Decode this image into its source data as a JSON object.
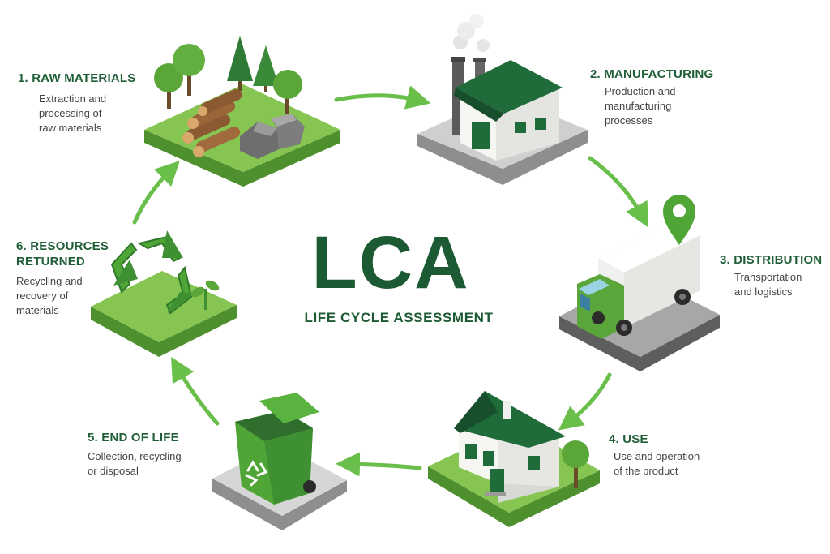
{
  "center": {
    "title": "LCA",
    "subtitle": "LIFE CYCLE ASSESSMENT"
  },
  "stages": [
    {
      "id": "raw-materials",
      "title": "1. RAW MATERIALS",
      "description": "Extraction and\nprocessing of\nraw materials",
      "icon": "forest-logs-rocks-icon"
    },
    {
      "id": "manufacturing",
      "title": "2. MANUFACTURING",
      "description": "Production and\nmanufacturing\nprocesses",
      "icon": "factory-icon"
    },
    {
      "id": "distribution",
      "title": "3. DISTRIBUTION",
      "description": "Transportation\nand logistics",
      "icon": "delivery-truck-icon"
    },
    {
      "id": "use",
      "title": "4. USE",
      "description": "Use and operation\nof the product",
      "icon": "house-icon"
    },
    {
      "id": "end-of-life",
      "title": "5. END OF LIFE",
      "description": "Collection, recycling\nor disposal",
      "icon": "recycling-bin-icon"
    },
    {
      "id": "resources-returned",
      "title": "6. RESOURCES\nRETURNED",
      "description": "Recycling and\nrecovery of\nmaterials",
      "icon": "recycle-symbol-icon"
    }
  ],
  "colors": {
    "dark_green": "#1c5a33",
    "grass_green": "#7cc04a",
    "arrow_green": "#6abf4b",
    "concrete_gray": "#cfcfcf"
  }
}
